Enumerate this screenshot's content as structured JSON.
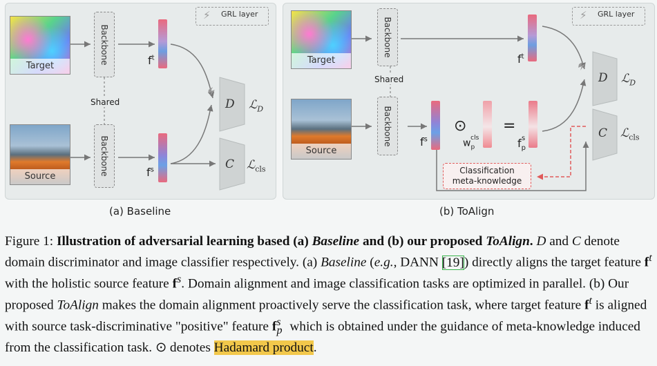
{
  "panels": {
    "a_caption": "(a) Baseline",
    "b_caption": "(b) ToAlign",
    "grl_label": "GRL layer",
    "target_label": "Target",
    "source_label": "Source",
    "backbone_label": "Backbone",
    "shared_label": "Shared",
    "ft": "f",
    "ft_sup": "t",
    "fs": "f",
    "fs_sup": "s",
    "wp": "w",
    "wp_sub": "p",
    "wp_sup": "cls",
    "fps": "f",
    "fps_sub": "p",
    "fps_sup": "s",
    "odot": "⊙",
    "equals": "=",
    "D": "D",
    "C": "C",
    "LD": "ℒ",
    "LD_sub": "D",
    "Lcls": "ℒ",
    "Lcls_sub": "cls",
    "meta_line1": "Classification",
    "meta_line2": "meta-knowledge"
  },
  "caption": {
    "label": "Figure 1:",
    "bold_1": "Illustration of adversarial learning based (a)",
    "bold_2": "Baseline",
    "bold_3": "and (b) our proposed",
    "bold_4": "ToAlign",
    "bold_5": ".",
    "text_1": "D",
    "text_2": "and",
    "text_3": "C",
    "text_4": "denote domain discriminator and image classifier respectively. (a)",
    "text_5": "Baseline",
    "text_6": "(",
    "text_7": "e.g.",
    "text_8": ", DANN",
    "ref": "[19]",
    "text_9": ") directly aligns the target feature",
    "text_10": "with the holistic source feature",
    "text_11": ". Domain alignment and image classification tasks are optimized in parallel. (b) Our proposed",
    "text_12": "ToAlign",
    "text_13": "makes the domain alignment proactively serve the classification task, where target feature",
    "text_14": "is aligned with source task-discriminative \"positive\" feature",
    "text_15": "which is obtained under the guidance of meta-knowledge induced from the classification task.",
    "text_16": "⊙",
    "text_17": "denotes",
    "highlight": "Hadamard product",
    "text_18": "."
  }
}
